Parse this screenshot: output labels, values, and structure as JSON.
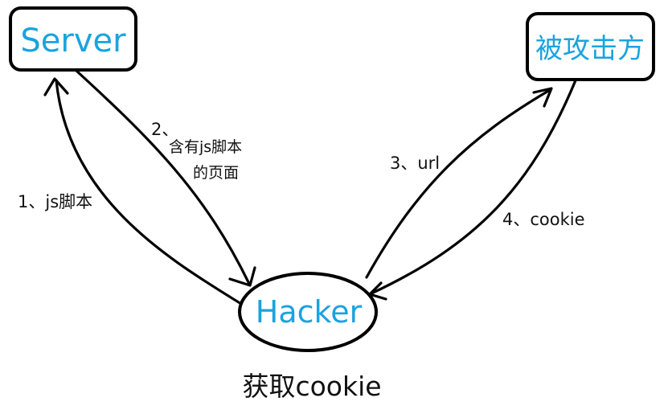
{
  "nodes": {
    "server": "Server",
    "victim": "被攻击方",
    "hacker": "Hacker"
  },
  "edges": {
    "step1": "1、js脚本",
    "step2_line1": "2、",
    "step2_line2": "含有js脚本",
    "step2_line3": "的页面",
    "step3": "3、url",
    "step4": "4、cookie"
  },
  "caption": "获取cookie",
  "colors": {
    "node_text": "#1aa3df",
    "stroke": "#000000",
    "background": "#ffffff"
  }
}
